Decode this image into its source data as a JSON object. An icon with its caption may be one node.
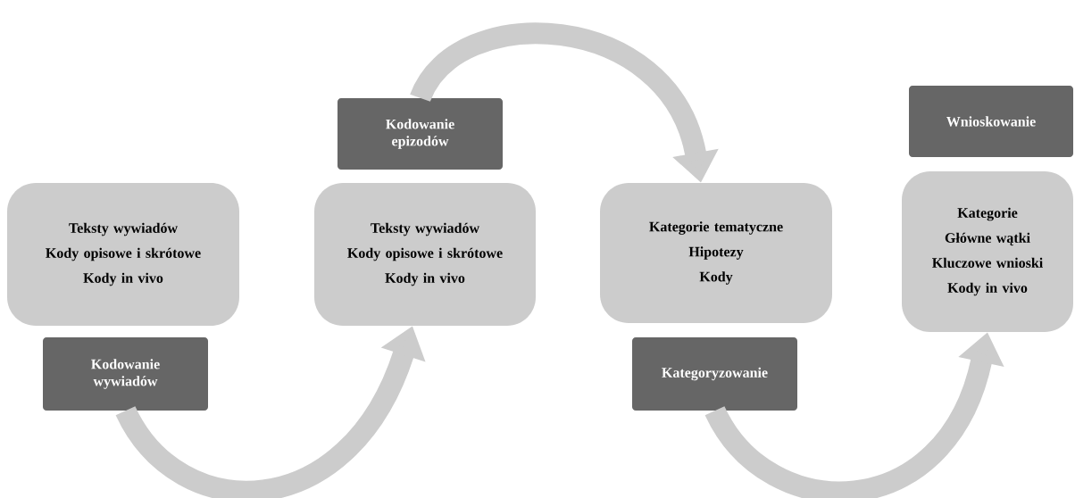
{
  "diagram": {
    "nodes": [
      {
        "text": [
          "Teksty wywiadów",
          "Kody opisowe i skrótowe",
          "Kody in vivo"
        ]
      },
      {
        "text": [
          "Kodowanie wywiadów"
        ]
      },
      {
        "text": [
          "Kodowanie epizodów"
        ]
      },
      {
        "text": [
          "Teksty wywiadów",
          "Kody opisowe i skrótowe",
          "Kody in vivo"
        ]
      },
      {
        "text": [
          "Kategorie tematyczne",
          "Hipotezy",
          "Kody"
        ]
      },
      {
        "text": [
          "Kategoryzowanie"
        ]
      },
      {
        "text": [
          "Wnioskowanie"
        ]
      },
      {
        "text": [
          "Kategorie",
          "Główne wątki",
          "Kluczowe wnioski",
          "Kody in vivo"
        ]
      }
    ],
    "edges": [
      {
        "from": 1,
        "to": 3,
        "arrow": "to"
      },
      {
        "from": 2,
        "to": 4,
        "arrow": "to"
      },
      {
        "from": 5,
        "to": 7,
        "arrow": "to"
      }
    ]
  }
}
